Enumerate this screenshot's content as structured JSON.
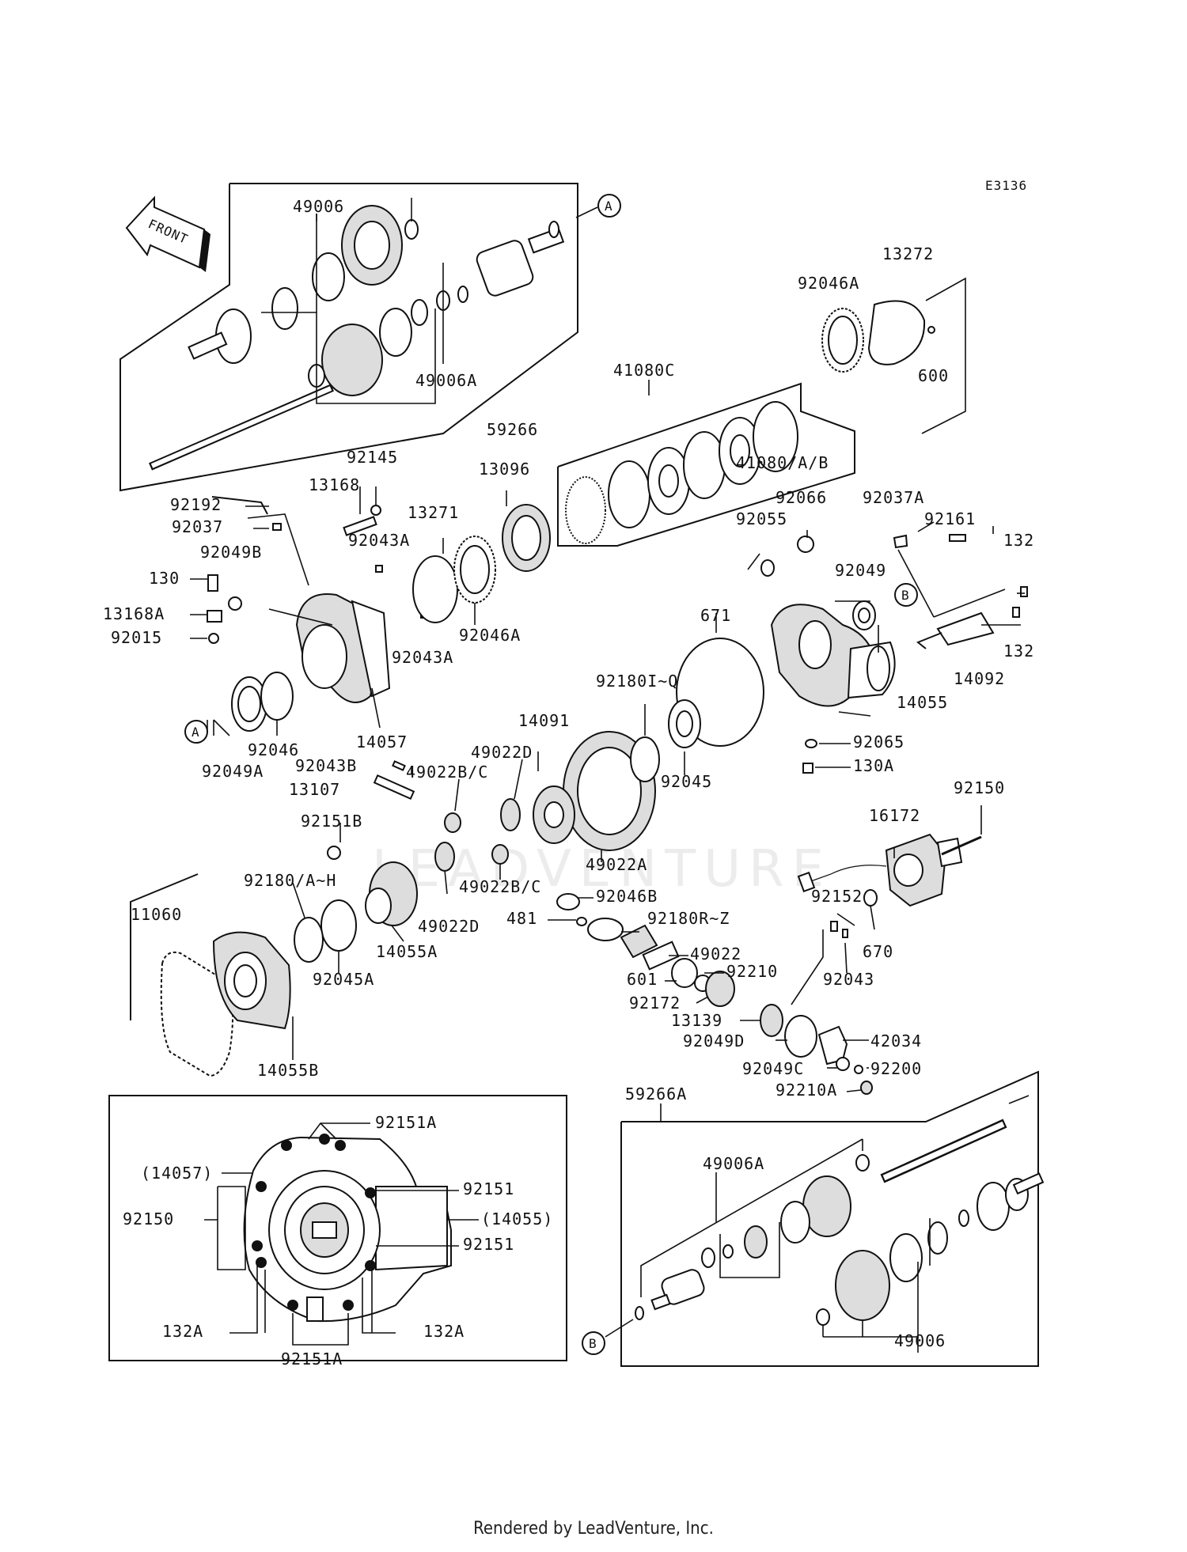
{
  "diagram": {
    "code": "E3136",
    "front_label": "FRONT",
    "watermark": "LEADVENTURE",
    "footer": "Rendered by LeadVenture, Inc.",
    "callouts": {
      "A": "A",
      "B": "B"
    },
    "labels": {
      "p49006_top": "49006",
      "p49006A_top": "49006A",
      "p59266": "59266",
      "p92046A_top": "92046A",
      "p13272": "13272",
      "p600": "600",
      "p41080C": "41080C",
      "p41080AB": "41080/A/B",
      "p92145": "92145",
      "p13168": "13168",
      "p92192": "92192",
      "p92037": "92037",
      "p92043A_1": "92043A",
      "p13271": "13271",
      "p13096": "13096",
      "p130": "130",
      "p92049B": "92049B",
      "p13168A": "13168A",
      "p92015": "92015",
      "p92046A_mid": "92046A",
      "p92043A_2": "92043A",
      "p92046": "92046",
      "p14057": "14057",
      "p92049A": "92049A",
      "p92066": "92066",
      "p92037A": "92037A",
      "p92055": "92055",
      "p92161": "92161",
      "p132_1": "132",
      "p92049": "92049",
      "p671": "671",
      "p132_2": "132",
      "p14092": "14092",
      "p14055": "14055",
      "p92065": "92065",
      "p130A": "130A",
      "p92180IQ": "92180I~Q",
      "p14091": "14091",
      "p49022D_1": "49022D",
      "p92043B": "92043B",
      "p49022BC_1": "49022B/C",
      "p13107": "13107",
      "p92045": "92045",
      "p49022A": "49022A",
      "p92151B": "92151B",
      "p92180AH": "92180/A~H",
      "p11060": "11060",
      "p49022BC_2": "49022B/C",
      "p49022D_2": "49022D",
      "p92046B": "92046B",
      "p481": "481",
      "p92180RZ": "92180R~Z",
      "p49022": "49022",
      "p601": "601",
      "p92210": "92210",
      "p92172": "92172",
      "p92045A": "92045A",
      "p14055A": "14055A",
      "p14055B": "14055B",
      "p92150_top": "92150",
      "p16172": "16172",
      "p92152": "92152",
      "p670": "670",
      "p92043": "92043",
      "p13139": "13139",
      "p92049D": "92049D",
      "p42034": "42034",
      "p92049C": "92049C",
      "p92200": "92200",
      "p92210A": "92210A",
      "p59266A": "59266A",
      "p92151A_1": "92151A",
      "p14057_ref": "(14057)",
      "p92151_1": "92151",
      "p92150_bot": "92150",
      "p14055_ref": "(14055)",
      "p92151_2": "92151",
      "p132A_1": "132A",
      "p132A_2": "132A",
      "p92151A_2": "92151A",
      "p49006A_bot": "49006A",
      "p49006_bot": "49006"
    }
  }
}
